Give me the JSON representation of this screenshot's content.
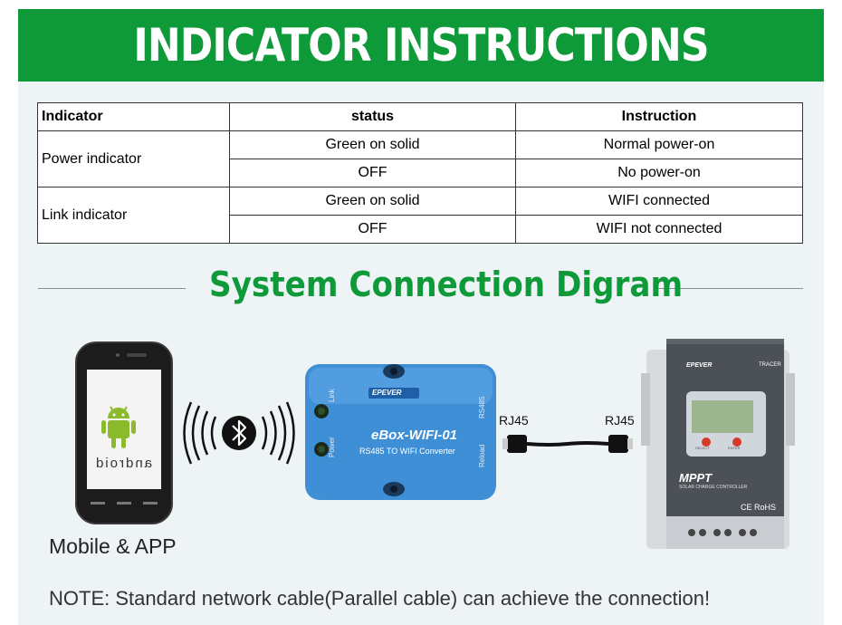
{
  "header": {
    "title": "INDICATOR INSTRUCTIONS"
  },
  "table": {
    "headers": [
      "Indicator",
      "status",
      "Instruction"
    ],
    "groups": [
      {
        "indicator": "Power indicator",
        "rows": [
          {
            "status": "Green on solid",
            "instruction": "Normal power-on"
          },
          {
            "status": "OFF",
            "instruction": "No power-on"
          }
        ]
      },
      {
        "indicator": "Link indicator",
        "rows": [
          {
            "status": "Green on solid",
            "instruction": "WIFI connected"
          },
          {
            "status": "OFF",
            "instruction": "WIFI not connected"
          }
        ]
      }
    ]
  },
  "section": {
    "title": "System Connection Digram"
  },
  "diagram": {
    "phone_label": "Mobile & APP",
    "phone_screen_text": "android",
    "device": {
      "brand": "EPEVER",
      "model": "eBox-WIFI-01",
      "subtitle": "RS485 TO WIFI Converter",
      "label_link": "Link",
      "label_power": "Power",
      "label_rs485": "RS485",
      "label_reload": "Reload"
    },
    "cable": {
      "left_label": "RJ45",
      "right_label": "RJ45"
    },
    "controller": {
      "brand": "EPEVER",
      "series": "TRACER",
      "model": "MPPT",
      "subtitle": "SOLAR CHARGE CONTROLLER",
      "cert": "CE RoHS",
      "btn_left": "SELECT",
      "btn_right": "ENTER"
    }
  },
  "note": "NOTE: Standard network cable(Parallel cable) can achieve the connection!",
  "colors": {
    "brand_green": "#0f9a3a",
    "device_blue": "#3e8fd6"
  }
}
